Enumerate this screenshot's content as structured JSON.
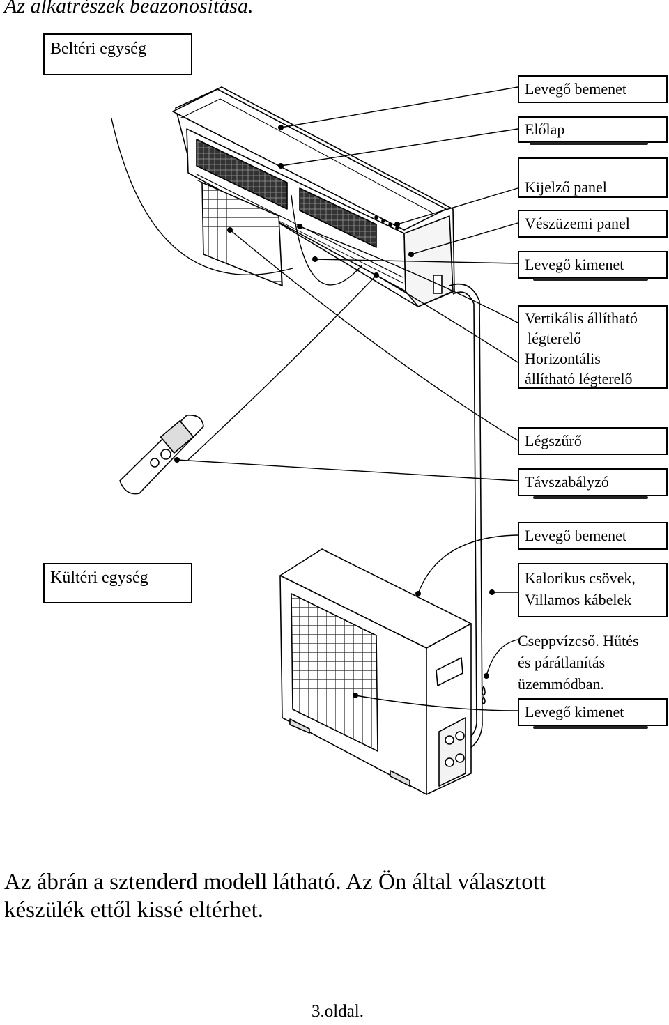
{
  "title": "Az alkatrészek beazonosítása.",
  "indoor_label": "Beltéri egység",
  "outdoor_label": "Kültéri egység",
  "callouts": {
    "air_inlet_top": "Levegő bemenet",
    "front_panel": "Előlap",
    "display_panel": "Kijelző panel",
    "emergency_panel": "Vészüzemi panel",
    "air_outlet_top": "Levegő kimenet",
    "vertical_louver_1": "Vertikális állítható",
    "vertical_louver_2": "légterelő",
    "horizontal_louver_1": "Horizontális",
    "horizontal_louver_2": "állítható légterelő",
    "air_filter": "Légszűrő",
    "remote_control": "Távszabályzó",
    "air_inlet_bottom": "Levegő bemenet",
    "pipes_1": "Kalorikus csövek,",
    "pipes_2": "Villamos kábelek",
    "drain_1": "Cseppvízcső. Hűtés",
    "drain_2": "és párátlanítás",
    "drain_3": "üzemmódban.",
    "air_outlet_bottom": "Levegő kimenet"
  },
  "note_line1": "Az ábrán a sztenderd modell látható. Az Ön által választott",
  "note_line2": "készülék ettől kissé eltérhet.",
  "page_number": "3.oldal."
}
